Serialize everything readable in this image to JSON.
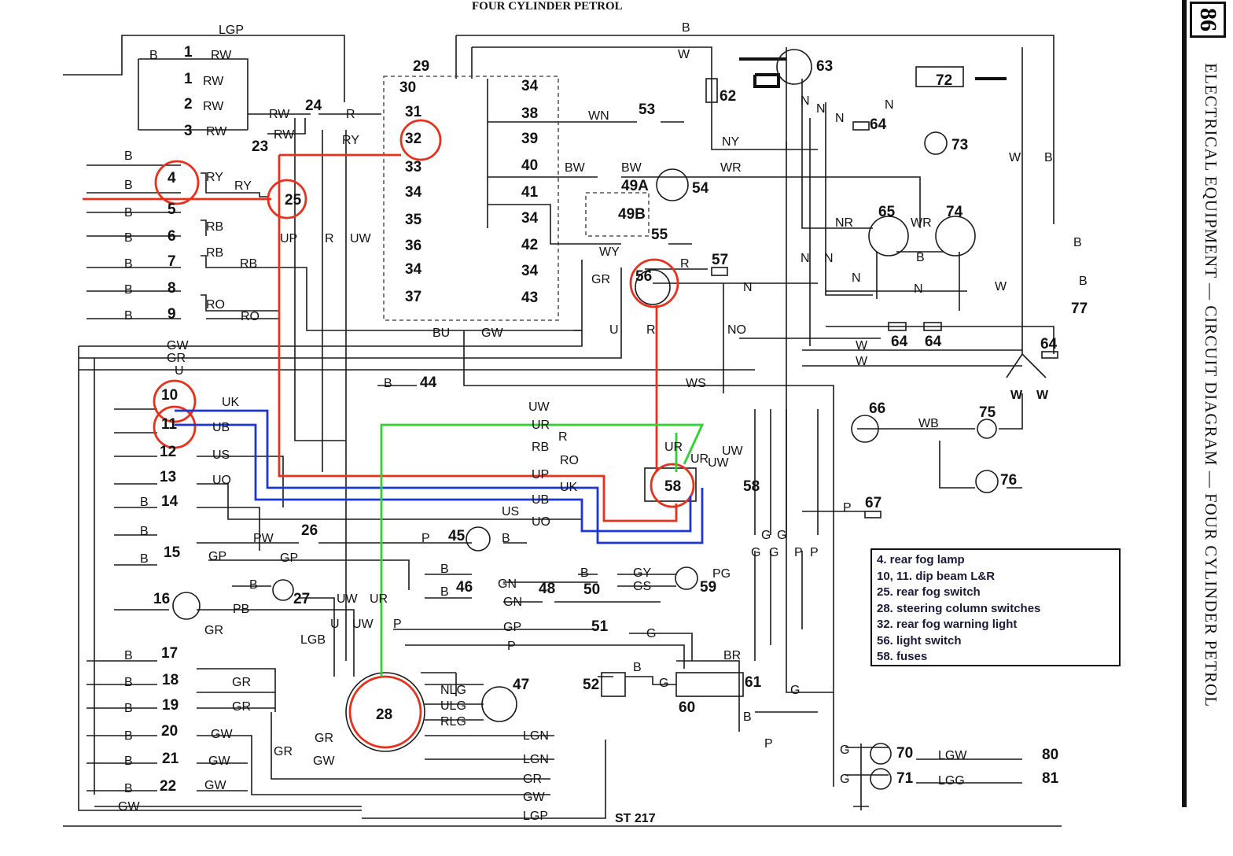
{
  "header": {
    "top_title": "FOUR CYLINDER PETROL",
    "page_number": "86",
    "side_title": "ELECTRICAL EQUIPMENT — CIRCUIT DIAGRAM — FOUR CYLINDER PETROL"
  },
  "legend": {
    "items": [
      "4. rear fog lamp",
      "10, 11. dip beam L&R",
      "25. rear fog switch",
      "28. steering column switches",
      "32. rear fog warning light",
      "56. light switch",
      "58. fuses"
    ]
  },
  "components": {
    "c1a": "1",
    "c1b": "1",
    "c2": "2",
    "c3": "3",
    "c4": "4",
    "c5": "5",
    "c6": "6",
    "c7": "7",
    "c8": "8",
    "c9": "9",
    "c10": "10",
    "c11": "11",
    "c12": "12",
    "c13": "13",
    "c14": "14",
    "c15": "15",
    "c16": "16",
    "c17": "17",
    "c18": "18",
    "c19": "19",
    "c20": "20",
    "c21": "21",
    "c22": "22",
    "c23": "23",
    "c24": "24",
    "c25": "25",
    "c26": "26",
    "c27": "27",
    "c28": "28",
    "c29": "29",
    "c30": "30",
    "c31": "31",
    "c32": "32",
    "c33": "33",
    "c34a": "34",
    "c35": "35",
    "c36": "36",
    "c34b": "34",
    "c37": "37",
    "c34c": "34",
    "c38": "38",
    "c39": "39",
    "c40": "40",
    "c41": "41",
    "c34d": "34",
    "c42": "42",
    "c34e": "34",
    "c43": "43",
    "c44": "44",
    "c45": "45",
    "c46": "46",
    "c47": "47",
    "c48": "48",
    "c49a": "49A",
    "c49b": "49B",
    "c50": "50",
    "c51": "51",
    "c52": "52",
    "c53": "53",
    "c54": "54",
    "c55": "55",
    "c56": "56",
    "c57": "57",
    "c58a": "58",
    "c58b": "58",
    "c59": "59",
    "c60": "60",
    "c61": "61",
    "c62": "62",
    "c63": "63",
    "c64a": "64",
    "c64b": "64",
    "c64c": "64",
    "c64d": "64",
    "c65": "65",
    "c66": "66",
    "c67": "67",
    "c70": "70",
    "c71": "71",
    "c72": "72",
    "c73": "73",
    "c74": "74",
    "c75": "75",
    "c76": "76",
    "c77": "77",
    "c80": "80",
    "c81": "81",
    "st": "ST 217"
  },
  "wire_labels": {
    "lgp_top": "LGP",
    "b_top": "B",
    "w_top": "W",
    "rw1": "RW",
    "rw2": "RW",
    "rw3": "RW",
    "rw4": "RW",
    "rw5": "RW",
    "rw6": "RW",
    "r24": "R",
    "ry1": "RY",
    "ry2": "RY",
    "ry3": "RY",
    "rb1": "RB",
    "rb2": "RB",
    "rb3": "RB",
    "ro1": "RO",
    "ro2": "RO",
    "up": "UP",
    "r_mid": "R",
    "uw_mid": "UW",
    "wn": "WN",
    "ny": "NY",
    "bw1": "BW",
    "bw2": "BW",
    "wr1": "WR",
    "wy": "WY",
    "gr1": "GR",
    "bu": "BU",
    "gw1": "GW",
    "u1": "U",
    "r56": "R",
    "no": "NO",
    "n56": "N",
    "gw_left": "GW",
    "gr_left": "GR",
    "u_left": "U",
    "ws": "WS",
    "uk": "UK",
    "ub": "UB",
    "us": "US",
    "uo": "UO",
    "bus_uw": "UW",
    "bus_ur": "UR",
    "bus_r": "R",
    "bus_rb": "RB",
    "bus_ro": "RO",
    "bus_up": "UP",
    "bus_uk": "UK",
    "bus_ub": "UB",
    "bus_us": "US",
    "bus_uo": "UO",
    "pw": "PW",
    "gp1": "GP",
    "gp2": "GP",
    "p45": "P",
    "b45": "B",
    "pb": "PB",
    "gr16": "GR",
    "gn1": "GN",
    "gn2": "GN",
    "gy": "GY",
    "gs": "GS",
    "pg": "PG",
    "gp51": "GP",
    "p51": "P",
    "g51": "G",
    "lgb": "LGB",
    "gr18": "GR",
    "gr19": "GR",
    "gr20": "GR",
    "gw20": "GW",
    "gw21": "GW",
    "gw22": "GW",
    "gw_bottom": "GW",
    "gr_bus": "GR",
    "gw_bus": "GW",
    "lgp_bottom": "LGP",
    "nlg": "NLG",
    "ulg": "ULG",
    "rlg": "RLG",
    "lgn1": "LGN",
    "lgn2": "LGN",
    "ur_top": "UR",
    "ur_58": "UR",
    "uw_58": "UW",
    "uw_58b": "UW",
    "g1": "G",
    "g2": "G",
    "g3": "G",
    "g4": "G",
    "p1": "P",
    "p2": "P",
    "p67": "P",
    "wb": "WB",
    "nr": "NR",
    "wr2": "WR",
    "b65": "B",
    "n1": "N",
    "n2": "N",
    "n3": "N",
    "n4": "N",
    "n5": "N",
    "n6": "N",
    "n7": "N",
    "n8": "N",
    "w1": "W",
    "w2": "W",
    "w3": "W",
    "w4": "W",
    "w5": "W",
    "b1": "B",
    "b2": "B",
    "b3": "B",
    "lgw": "LGW",
    "lgg": "LGG",
    "br": "BR",
    "g60": "G",
    "b60": "B",
    "p60": "P"
  }
}
